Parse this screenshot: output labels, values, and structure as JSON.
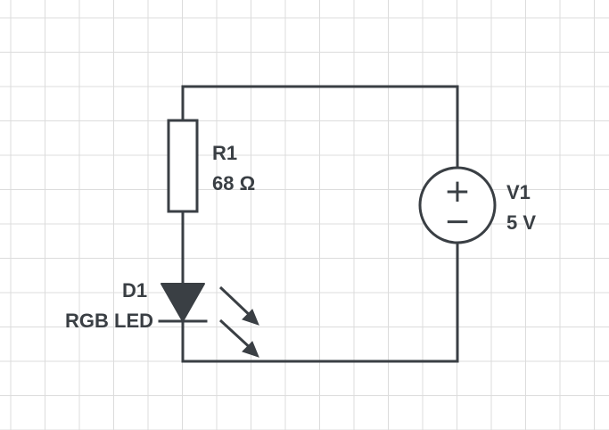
{
  "resistor": {
    "ref": "R1",
    "value": "68 Ω"
  },
  "source": {
    "ref": "V1",
    "value": "5 V",
    "plus": "+",
    "minus": "−"
  },
  "diode": {
    "ref": "D1",
    "value": "RGB LED"
  },
  "colors": {
    "wire": "#3a3f44",
    "grid": "#dcdcdc",
    "background": "#ffffff"
  }
}
